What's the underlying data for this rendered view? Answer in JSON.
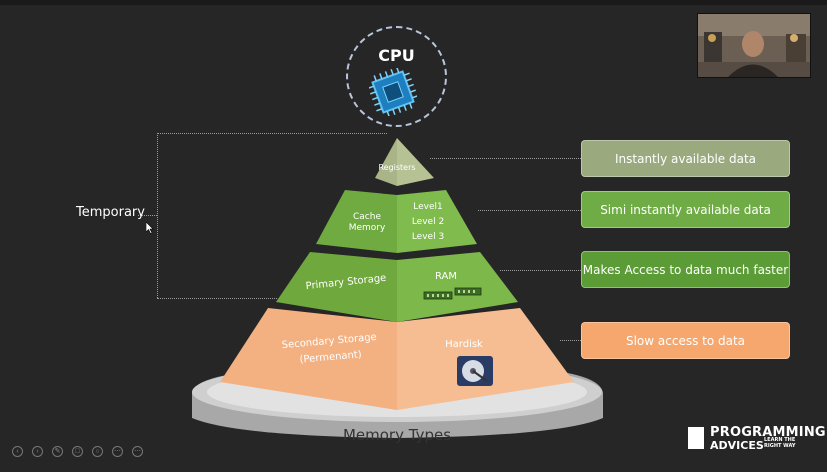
{
  "cpu": {
    "label": "CPU"
  },
  "temporary_label": "Temporary",
  "pyramid": {
    "registers": "Registers",
    "cache_left": [
      "Cache",
      "Memory"
    ],
    "cache_levels": [
      "Level1",
      "Level 2",
      "Level 3"
    ],
    "primary_storage": "Primary Storage",
    "ram": "RAM",
    "secondary_storage": [
      "Secondary Storage",
      "(Permenant)"
    ],
    "hardisk": "Hardisk"
  },
  "descriptions": [
    {
      "text": "Instantly available data",
      "color": "#9aa97e"
    },
    {
      "text": "Simi instantly available data",
      "color": "#6fac46"
    },
    {
      "text": "Makes Access to data much faster",
      "color": "#5b9c36"
    },
    {
      "text": "Slow access to data",
      "color": "#f5a76e"
    }
  ],
  "title": "Memory Types",
  "logo": {
    "top": "PROGRAMMING",
    "bottom": "ADVICES",
    "tagline": [
      "LEARN THE",
      "RIGHT WAY"
    ]
  },
  "icons": [
    "back-icon",
    "forward-icon",
    "pen-icon",
    "copy-icon",
    "zoom-icon",
    "more-icon",
    "menu-icon"
  ]
}
